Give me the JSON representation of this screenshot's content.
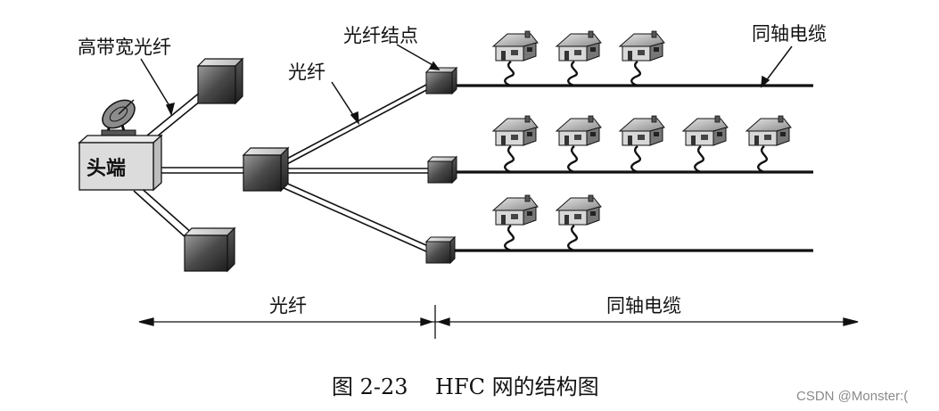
{
  "labels": {
    "headend": "头端",
    "high_bandwidth_fiber": "高带宽光纤",
    "fiber_upper": "光纤",
    "fiber_node": "光纤结点",
    "coax_upper": "同轴电缆",
    "span_fiber": "光纤",
    "span_coax": "同轴电缆"
  },
  "caption": "图 2-23    HFC 网的结构图",
  "watermark": "CSDN @Monster:(",
  "houses_per_branch": [
    3,
    5,
    2
  ],
  "icons": {
    "headend": "satellite-dish-icon",
    "node": "cube-icon",
    "house": "house-icon"
  },
  "colors": {
    "line": "#111111",
    "box_light": "#d4d4d4",
    "box_dark": "#2a2a2a"
  }
}
